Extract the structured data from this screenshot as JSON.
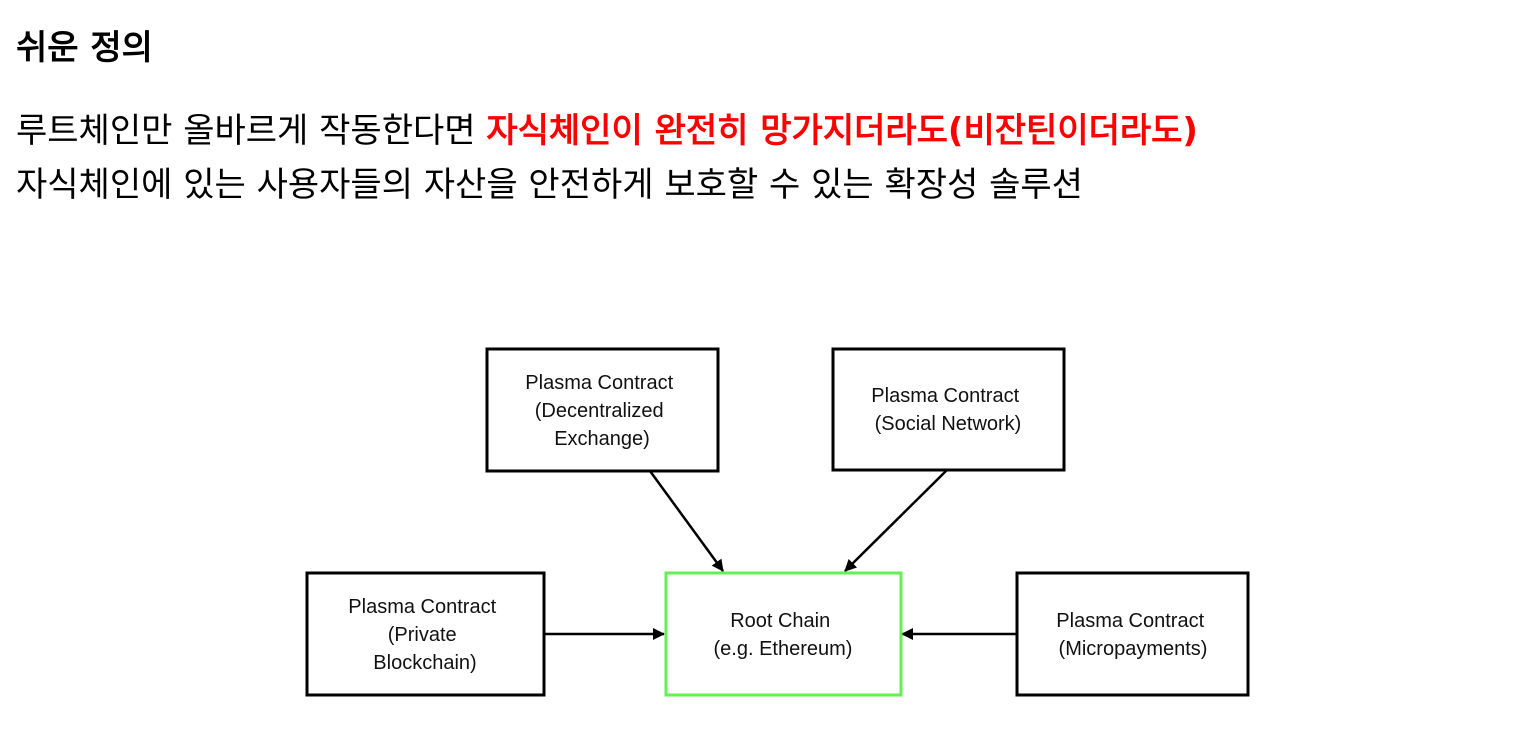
{
  "heading": "쉬운 정의",
  "paragraph": {
    "line1_prefix": "루트체인만 올바르게 작동한다면 ",
    "line1_highlight": "자식체인이 완전히 망가지더라도(비잔틴이더라도)",
    "line2": "자식체인에 있는 사용자들의 자산을 안전하게 보호할 수 있는 확장성 솔루션"
  },
  "colors": {
    "highlight": "#ff0000",
    "root_border": "#66ee55",
    "box_border": "#000000"
  },
  "diagram": {
    "root": {
      "lines": [
        "Root Chain",
        "(e.g. Ethereum)"
      ]
    },
    "dex": {
      "lines": [
        "Plasma Contract",
        "(Decentralized",
        "Exchange)"
      ]
    },
    "social": {
      "lines": [
        "Plasma Contract",
        "(Social Network)"
      ]
    },
    "private": {
      "lines": [
        "Plasma Contract",
        "(Private",
        "Blockchain)"
      ]
    },
    "micro": {
      "lines": [
        "Plasma Contract",
        "(Micropayments)"
      ]
    }
  }
}
